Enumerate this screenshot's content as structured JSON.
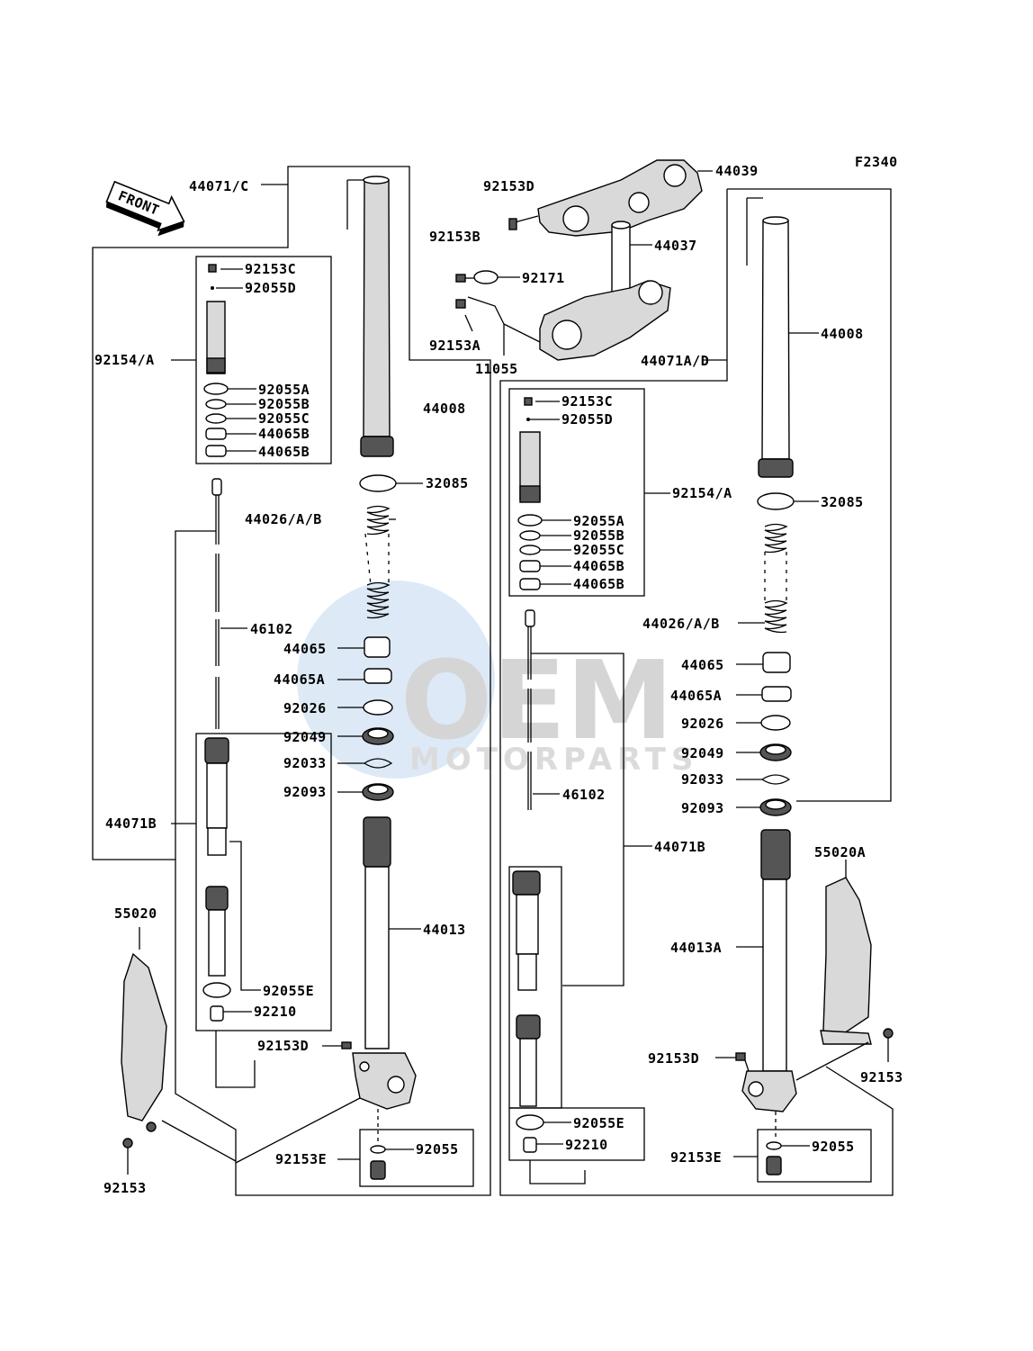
{
  "diagram": {
    "code": "F2340",
    "front_arrow": "FRONT",
    "watermark": {
      "brand": "OEM",
      "sub": "MOTORPARTS"
    },
    "labels": {
      "l_44071c": "44071/C",
      "l_92153c_l": "92153C",
      "l_92055d_l": "92055D",
      "l_92154a_l": "92154/A",
      "l_92055a_l": "92055A",
      "l_92055b_l": "92055B",
      "l_92055c_l": "92055C",
      "l_44065b_l1": "44065B",
      "l_44065b_l2": "44065B",
      "l_44008_l": "44008",
      "l_32085_l": "32085",
      "l_44026_l": "44026/A/B",
      "l_46102_l": "46102",
      "l_44065_l": "44065",
      "l_44065a_l": "44065A",
      "l_92026_l": "92026",
      "l_92049_l": "92049",
      "l_92033_l": "92033",
      "l_92093_l": "92093",
      "l_44071b_l": "44071B",
      "l_44013_l": "44013",
      "l_55020": "55020",
      "l_92055e_l": "92055E",
      "l_92210_l": "92210",
      "l_92153d_l": "92153D",
      "l_92153e_l": "92153E",
      "l_92055_l": "92055",
      "l_92153_l": "92153",
      "l_92153d_top": "92153D",
      "l_44039": "44039",
      "l_92153b": "92153B",
      "l_44037": "44037",
      "l_92171": "92171",
      "l_92153a": "92153A",
      "l_11055": "11055",
      "l_44071ad": "44071A/D",
      "l_44008_r": "44008",
      "l_92153c_r": "92153C",
      "l_92055d_r": "92055D",
      "l_92154a_r": "92154/A",
      "l_32085_r": "32085",
      "l_92055a_r": "92055A",
      "l_92055b_r": "92055B",
      "l_92055c_r": "92055C",
      "l_44065b_r1": "44065B",
      "l_44065b_r2": "44065B",
      "l_44026_r": "44026/A/B",
      "l_44065_r": "44065",
      "l_44065a_r": "44065A",
      "l_92026_r": "92026",
      "l_92049_r": "92049",
      "l_92033_r": "92033",
      "l_92093_r": "92093",
      "l_46102_r": "46102",
      "l_44071b_r": "44071B",
      "l_55020a": "55020A",
      "l_44013a": "44013A",
      "l_92153d_r": "92153D",
      "l_92153_r": "92153",
      "l_92055e_r": "92055E",
      "l_92210_r": "92210",
      "l_92153e_r": "92153E",
      "l_92055_r": "92055"
    }
  }
}
